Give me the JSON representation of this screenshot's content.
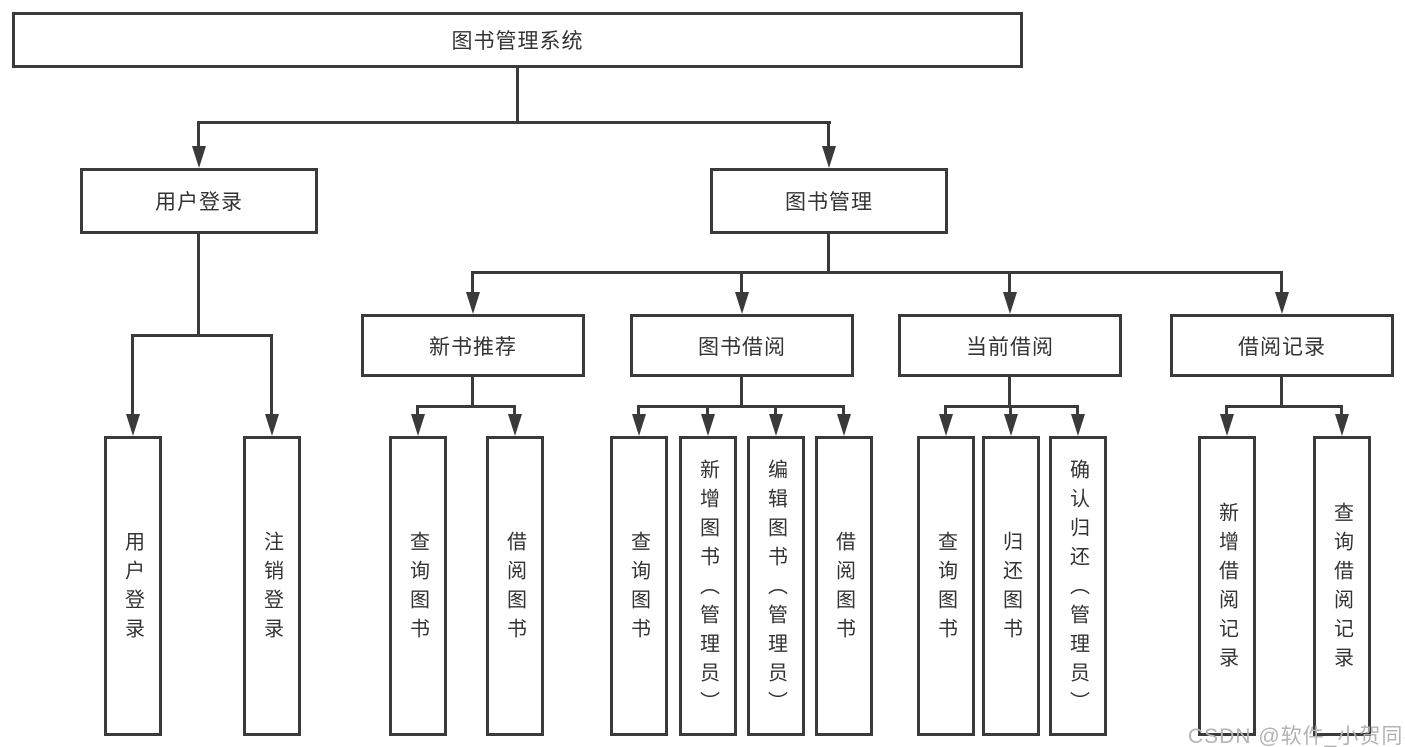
{
  "diagram": {
    "title": "图书管理系统",
    "level2": [
      {
        "label": "用户登录"
      },
      {
        "label": "图书管理"
      }
    ],
    "level3": [
      {
        "label": "新书推荐"
      },
      {
        "label": "图书借阅"
      },
      {
        "label": "当前借阅"
      },
      {
        "label": "借阅记录"
      }
    ],
    "leaves": [
      {
        "label": "用户登录"
      },
      {
        "label": "注销登录"
      },
      {
        "label": "查询图书"
      },
      {
        "label": "借阅图书"
      },
      {
        "label": "查询图书"
      },
      {
        "label": "新增图书（管理员）"
      },
      {
        "label": "编辑图书（管理员）"
      },
      {
        "label": "借阅图书"
      },
      {
        "label": "查询图书"
      },
      {
        "label": "归还图书"
      },
      {
        "label": "确认归还（管理员）"
      },
      {
        "label": "新增借阅记录"
      },
      {
        "label": "查询借阅记录"
      }
    ],
    "line_color": "#3a3a3a",
    "text_color": "#333333"
  },
  "watermark": {
    "text": "CSDN @软件_小贺同学"
  }
}
